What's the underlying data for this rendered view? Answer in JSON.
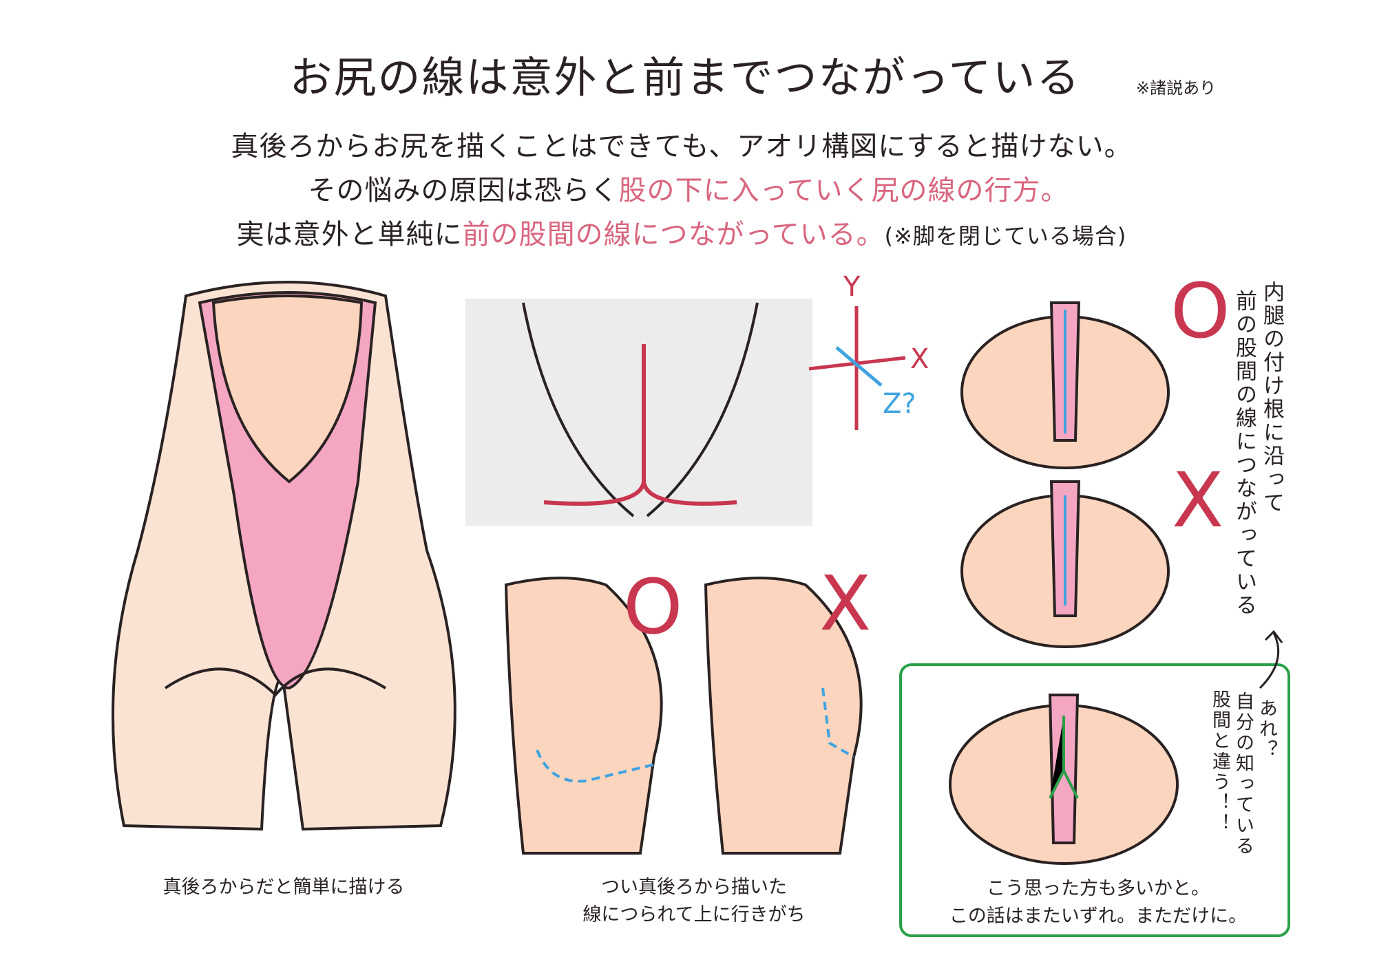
{
  "title": "お尻の線は意外と前までつながっている",
  "title_note": "※諸説あり",
  "intro": {
    "line1": "真後ろからお尻を描くことはできても、アオリ構図にすると描けない。",
    "line2_plain": "その悩みの原因は恐らく",
    "line2_highlight": "股の下に入っていく尻の線の行方。",
    "line3_plain": "実は意外と単純に",
    "line3_highlight": "前の股間の線につながっている。",
    "line3_note": "(※脚を閉じている場合)"
  },
  "axis_labels": {
    "y": "Y",
    "x": "X",
    "z": "Z?"
  },
  "marks": {
    "correct": "O",
    "wrong": "X"
  },
  "captions": {
    "back_view": "真後ろからだと簡単に描ける",
    "side_view_1": "つい真後ろから描いた",
    "side_view_2": "線につられて上に行きがち",
    "box_1": "こう思った方も多いかと。",
    "box_2": "この話はまたいずれ。まただけに。"
  },
  "vertical_note": {
    "col1": "内腿の付け根に沿って",
    "col2": "前の股間の線につながっている"
  },
  "box_note": {
    "col1": "あれ？",
    "col2": "自分の知っている",
    "col3": "股間と違う！！"
  },
  "colors": {
    "pink": "#f2a3bf",
    "skin": "#fbd5bd",
    "red": "#c8374f",
    "blue": "#3fa3e0",
    "green": "#2aa048",
    "text_pink": "#d9657e"
  }
}
